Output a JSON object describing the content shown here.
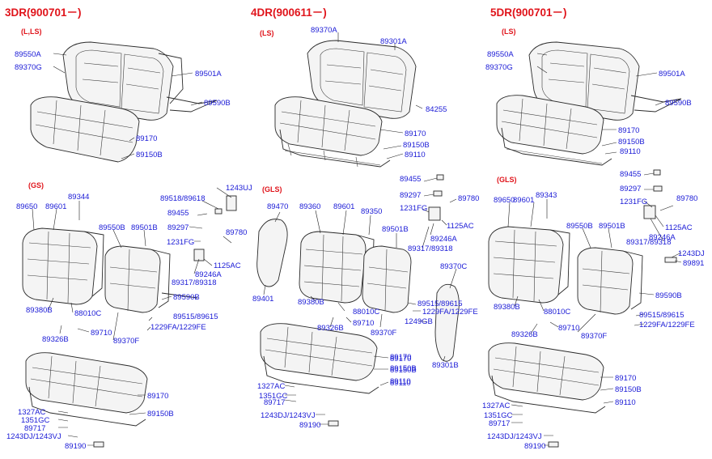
{
  "diagram": {
    "sections": [
      {
        "id": "3dr",
        "title": "3DR(900701－)"
      },
      {
        "id": "4dr",
        "title": "4DR(900611－)"
      },
      {
        "id": "5dr",
        "title": "5DR(900701－)"
      }
    ],
    "trim_labels": [
      {
        "id": "3dr-top",
        "text": "(L,LS)"
      },
      {
        "id": "4dr-top",
        "text": "(LS)"
      },
      {
        "id": "5dr-top",
        "text": "(LS)"
      },
      {
        "id": "3dr-mid",
        "text": "(GS)"
      },
      {
        "id": "4dr-mid",
        "text": "(GLS)"
      },
      {
        "id": "5dr-mid",
        "text": "(GLS)"
      }
    ],
    "part_labels": [
      {
        "id": "a1",
        "text": "89550A"
      },
      {
        "id": "a2",
        "text": "89370G"
      },
      {
        "id": "a3",
        "text": "89501A"
      },
      {
        "id": "a4",
        "text": "89590B"
      },
      {
        "id": "a5",
        "text": "89170"
      },
      {
        "id": "a6",
        "text": "89150B"
      },
      {
        "id": "b1",
        "text": "89370A"
      },
      {
        "id": "b2",
        "text": "89301A"
      },
      {
        "id": "b3",
        "text": "84255"
      },
      {
        "id": "b4",
        "text": "89170"
      },
      {
        "id": "b5",
        "text": "89150B"
      },
      {
        "id": "b6",
        "text": "89110"
      },
      {
        "id": "c1",
        "text": "89550A"
      },
      {
        "id": "c2",
        "text": "89370G"
      },
      {
        "id": "c3",
        "text": "89501A"
      },
      {
        "id": "c4",
        "text": "89590B"
      },
      {
        "id": "c5",
        "text": "89170"
      },
      {
        "id": "c6",
        "text": "89150B"
      },
      {
        "id": "c7",
        "text": "89110"
      },
      {
        "id": "d1",
        "text": "89650"
      },
      {
        "id": "d2",
        "text": "89601"
      },
      {
        "id": "d3",
        "text": "89344"
      },
      {
        "id": "d4",
        "text": "89550B"
      },
      {
        "id": "d5",
        "text": "89501B"
      },
      {
        "id": "d6",
        "text": "89380B"
      },
      {
        "id": "d7",
        "text": "88010C"
      },
      {
        "id": "d8",
        "text": "89710"
      },
      {
        "id": "d9",
        "text": "89326B"
      },
      {
        "id": "d10",
        "text": "89370F"
      },
      {
        "id": "d11",
        "text": "89590B"
      },
      {
        "id": "d12",
        "text": "1243UJ"
      },
      {
        "id": "d13",
        "text": "89518/89618"
      },
      {
        "id": "d14",
        "text": "89455"
      },
      {
        "id": "d15",
        "text": "89297"
      },
      {
        "id": "d16",
        "text": "1231FG"
      },
      {
        "id": "d17",
        "text": "89780"
      },
      {
        "id": "d18",
        "text": "1125AC"
      },
      {
        "id": "d19",
        "text": "89246A"
      },
      {
        "id": "d20",
        "text": "89317/89318"
      },
      {
        "id": "d21",
        "text": "89515/89615"
      },
      {
        "id": "d22",
        "text": "1229FA/1229FE"
      },
      {
        "id": "e1",
        "text": "89470"
      },
      {
        "id": "e2",
        "text": "89360"
      },
      {
        "id": "e3",
        "text": "89601"
      },
      {
        "id": "e4",
        "text": "89350"
      },
      {
        "id": "e5",
        "text": "89501B"
      },
      {
        "id": "e6",
        "text": "89401"
      },
      {
        "id": "e7",
        "text": "89380B"
      },
      {
        "id": "e8",
        "text": "88010C"
      },
      {
        "id": "e9",
        "text": "89710"
      },
      {
        "id": "e10",
        "text": "89326B"
      },
      {
        "id": "e11",
        "text": "89370F"
      },
      {
        "id": "e12",
        "text": "89455"
      },
      {
        "id": "e13",
        "text": "89297"
      },
      {
        "id": "e14",
        "text": "1231FG"
      },
      {
        "id": "e15",
        "text": "89780"
      },
      {
        "id": "e16",
        "text": "1125AC"
      },
      {
        "id": "e17",
        "text": "89246A"
      },
      {
        "id": "e18",
        "text": "89317/89318"
      },
      {
        "id": "e19",
        "text": "89370C"
      },
      {
        "id": "e20",
        "text": "89515/89615"
      },
      {
        "id": "e21",
        "text": "1229FA/1229FE"
      },
      {
        "id": "e22",
        "text": "1249GB"
      },
      {
        "id": "e23",
        "text": "89301B"
      },
      {
        "id": "e24",
        "text": "89170"
      },
      {
        "id": "e25",
        "text": "89150B"
      },
      {
        "id": "e26",
        "text": "89110"
      },
      {
        "id": "f1",
        "text": "89650"
      },
      {
        "id": "f2",
        "text": "89601"
      },
      {
        "id": "f3",
        "text": "89343"
      },
      {
        "id": "f4",
        "text": "89455"
      },
      {
        "id": "f5",
        "text": "89297"
      },
      {
        "id": "f6",
        "text": "1231FG"
      },
      {
        "id": "f7",
        "text": "89780"
      },
      {
        "id": "f8",
        "text": "1125AC"
      },
      {
        "id": "f9",
        "text": "89246A"
      },
      {
        "id": "f10",
        "text": "89317/89318"
      },
      {
        "id": "f11",
        "text": "89550B"
      },
      {
        "id": "f12",
        "text": "89501B"
      },
      {
        "id": "f13",
        "text": "1243DJ"
      },
      {
        "id": "f14",
        "text": "89891"
      },
      {
        "id": "f15",
        "text": "89380B"
      },
      {
        "id": "f16",
        "text": "88010C"
      },
      {
        "id": "f17",
        "text": "89590B"
      },
      {
        "id": "f18",
        "text": "89515/89615"
      },
      {
        "id": "f19",
        "text": "1229FA/1229FE"
      },
      {
        "id": "f20",
        "text": "89326B"
      },
      {
        "id": "f21",
        "text": "89710"
      },
      {
        "id": "f22",
        "text": "89370F"
      },
      {
        "id": "g1",
        "text": "89170"
      },
      {
        "id": "g2",
        "text": "89150B"
      },
      {
        "id": "g3",
        "text": "1327AC"
      },
      {
        "id": "g4",
        "text": "1351GC"
      },
      {
        "id": "g5",
        "text": "89717"
      },
      {
        "id": "g6",
        "text": "1243DJ/1243VJ"
      },
      {
        "id": "g7",
        "text": "89190"
      },
      {
        "id": "h1",
        "text": "89170"
      },
      {
        "id": "h2",
        "text": "89150B"
      },
      {
        "id": "h3",
        "text": "89110"
      },
      {
        "id": "h4",
        "text": "1327AC"
      },
      {
        "id": "h5",
        "text": "1351GC"
      },
      {
        "id": "h6",
        "text": "89717"
      },
      {
        "id": "h7",
        "text": "1243DJ/1243VJ"
      },
      {
        "id": "h8",
        "text": "89190"
      },
      {
        "id": "i1",
        "text": "89170"
      },
      {
        "id": "i2",
        "text": "89150B"
      },
      {
        "id": "i3",
        "text": "89110"
      },
      {
        "id": "i4",
        "text": "1327AC"
      },
      {
        "id": "i5",
        "text": "1351GC"
      },
      {
        "id": "i6",
        "text": "89717"
      },
      {
        "id": "i7",
        "text": "1243DJ/1243VJ"
      },
      {
        "id": "i8",
        "text": "89190"
      }
    ]
  }
}
